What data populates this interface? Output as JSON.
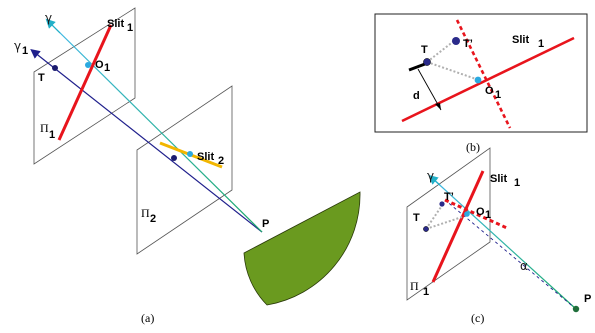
{
  "figure": {
    "panel_a": {
      "caption": "(a)",
      "labels": {
        "gamma": "γ",
        "gamma1": "γ",
        "gamma1_sub": "1",
        "T": "T",
        "O1": "O",
        "O1_sub": "1",
        "slit1": "Slit",
        "slit1_sub": "1",
        "pi1": "Π",
        "pi1_sub": "1",
        "slit2": "Slit",
        "slit2_sub": "2",
        "pi2": "Π",
        "pi2_sub": "2",
        "P": "P"
      }
    },
    "panel_b": {
      "caption": "(b)",
      "labels": {
        "T": "T",
        "Tprime": "T’",
        "slit1": "Slit",
        "slit1_sub": "1",
        "O1": "O",
        "O1_sub": "1",
        "d": "d"
      }
    },
    "panel_c": {
      "caption": "(c)",
      "labels": {
        "gamma": "γ",
        "Tprime": "T’",
        "T": "T",
        "slit1": "Slit",
        "slit1_sub": "1",
        "O1": "O",
        "O1_sub": "1",
        "pi1": "Π",
        "pi1_sub": "1",
        "alpha": "α",
        "P": "P"
      }
    },
    "colors": {
      "slit_red": "#e8141c",
      "slit2_yellow": "#f2b600",
      "ray_navy": "#1f1f8c",
      "ray_cyan": "#22b0c8",
      "ray_green": "#1aa86a",
      "eye_green": "#6a9a1f",
      "point_dark": "#1a1a6e",
      "point_cyan": "#2aa9e0",
      "guide_gray": "#b0b0b0"
    }
  }
}
